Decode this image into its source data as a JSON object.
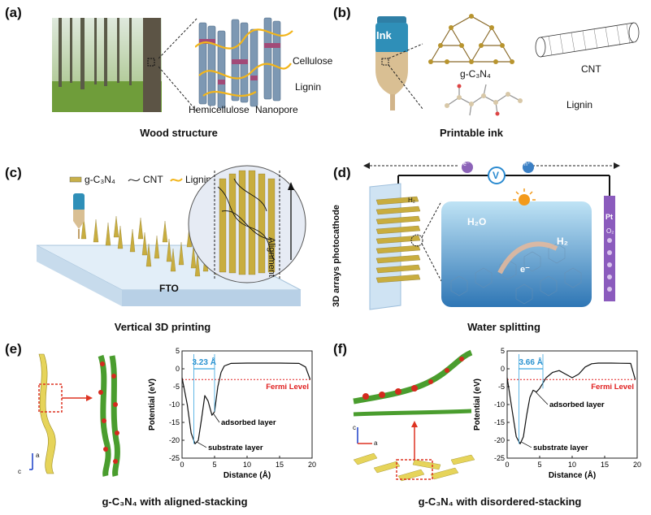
{
  "panels": {
    "a": {
      "label": "(a)",
      "caption": "Wood structure",
      "cellulose": "Cellulose",
      "lignin": "Lignin",
      "hemicellulose": "Hemicellulose",
      "nanopore": "Nanopore"
    },
    "b": {
      "label": "(b)",
      "caption": "Printable ink",
      "ink": "Ink",
      "gc3n4": "g-C₃N₄",
      "cnt": "CNT",
      "lignin": "Lignin"
    },
    "c": {
      "label": "(c)",
      "caption": "Vertical 3D printing",
      "legend_gc3n4": "g-C₃N₄",
      "legend_cnt": "CNT",
      "legend_lignin": "Lignin",
      "alignment": "Alignment",
      "fto": "FTO"
    },
    "d": {
      "label": "(d)",
      "caption": "Water splitting",
      "side": "3D arrays photocathode",
      "h2_small": "H₂",
      "h2o": "H₂O",
      "h2": "H₂",
      "e": "e⁻",
      "v": "V",
      "pt": "Pt",
      "o2": "O₂",
      "e_circle": "e⁻",
      "h_circle": "h⁺"
    },
    "e": {
      "label": "(e)",
      "caption": "g-C₃N₄ with aligned-stacking",
      "dist": "3.23 Å",
      "fermi": "Fermi Level",
      "adsorbed": "adsorbed layer",
      "substrate": "substrate layer"
    },
    "f": {
      "label": "(f)",
      "caption": "g-C₃N₄ with disordered-stacking",
      "dist": "3.66 Å",
      "fermi": "Fermi Level",
      "adsorbed": "adsorbed layer",
      "substrate": "substrate layer"
    }
  },
  "chart_data": [
    {
      "type": "line",
      "xlabel": "Distance (Å)",
      "ylabel": "Potential (eV)",
      "xlim": [
        0,
        20
      ],
      "ylim": [
        -25,
        5
      ],
      "xticks": [
        "0",
        "5",
        "10",
        "15",
        "20"
      ],
      "yticks": [
        "5",
        "0",
        "-5",
        "-10",
        "-15",
        "-20",
        "-25"
      ],
      "fermi_level": -3,
      "x": [
        0,
        0.8,
        1.4,
        2.0,
        2.5,
        3.0,
        3.5,
        4.0,
        4.6,
        5.0,
        5.5,
        6.0,
        6.5,
        7.5,
        10,
        15,
        18,
        19,
        19.7
      ],
      "y": [
        -2.5,
        -10,
        -18,
        -21,
        -20,
        -14,
        -7.5,
        -9,
        -13,
        -12,
        -5,
        -1,
        0.8,
        1.5,
        1.6,
        1.6,
        1.5,
        0.5,
        -3
      ]
    },
    {
      "type": "line",
      "xlabel": "Distance (Å)",
      "ylabel": "Potential (eV)",
      "xlim": [
        0,
        20
      ],
      "ylim": [
        -25,
        5
      ],
      "xticks": [
        "0",
        "5",
        "10",
        "15",
        "20"
      ],
      "yticks": [
        "5",
        "0",
        "-5",
        "-10",
        "-15",
        "-20",
        "-25"
      ],
      "fermi_level": -3,
      "x": [
        0,
        0.8,
        1.4,
        2.0,
        2.5,
        3.0,
        3.5,
        4.0,
        4.5,
        5.0,
        6.0,
        7.0,
        8.0,
        9.0,
        10.0,
        11.0,
        12.0,
        13.0,
        14.0,
        16.0,
        19.0,
        19.7
      ],
      "y": [
        -2.5,
        -12,
        -19,
        -21,
        -19,
        -13,
        -8,
        -6,
        -6.5,
        -5.5,
        -2.5,
        -1,
        -0.5,
        -1.5,
        -2.5,
        -1.5,
        0.5,
        1.4,
        1.6,
        1.6,
        1.5,
        -3
      ]
    }
  ]
}
